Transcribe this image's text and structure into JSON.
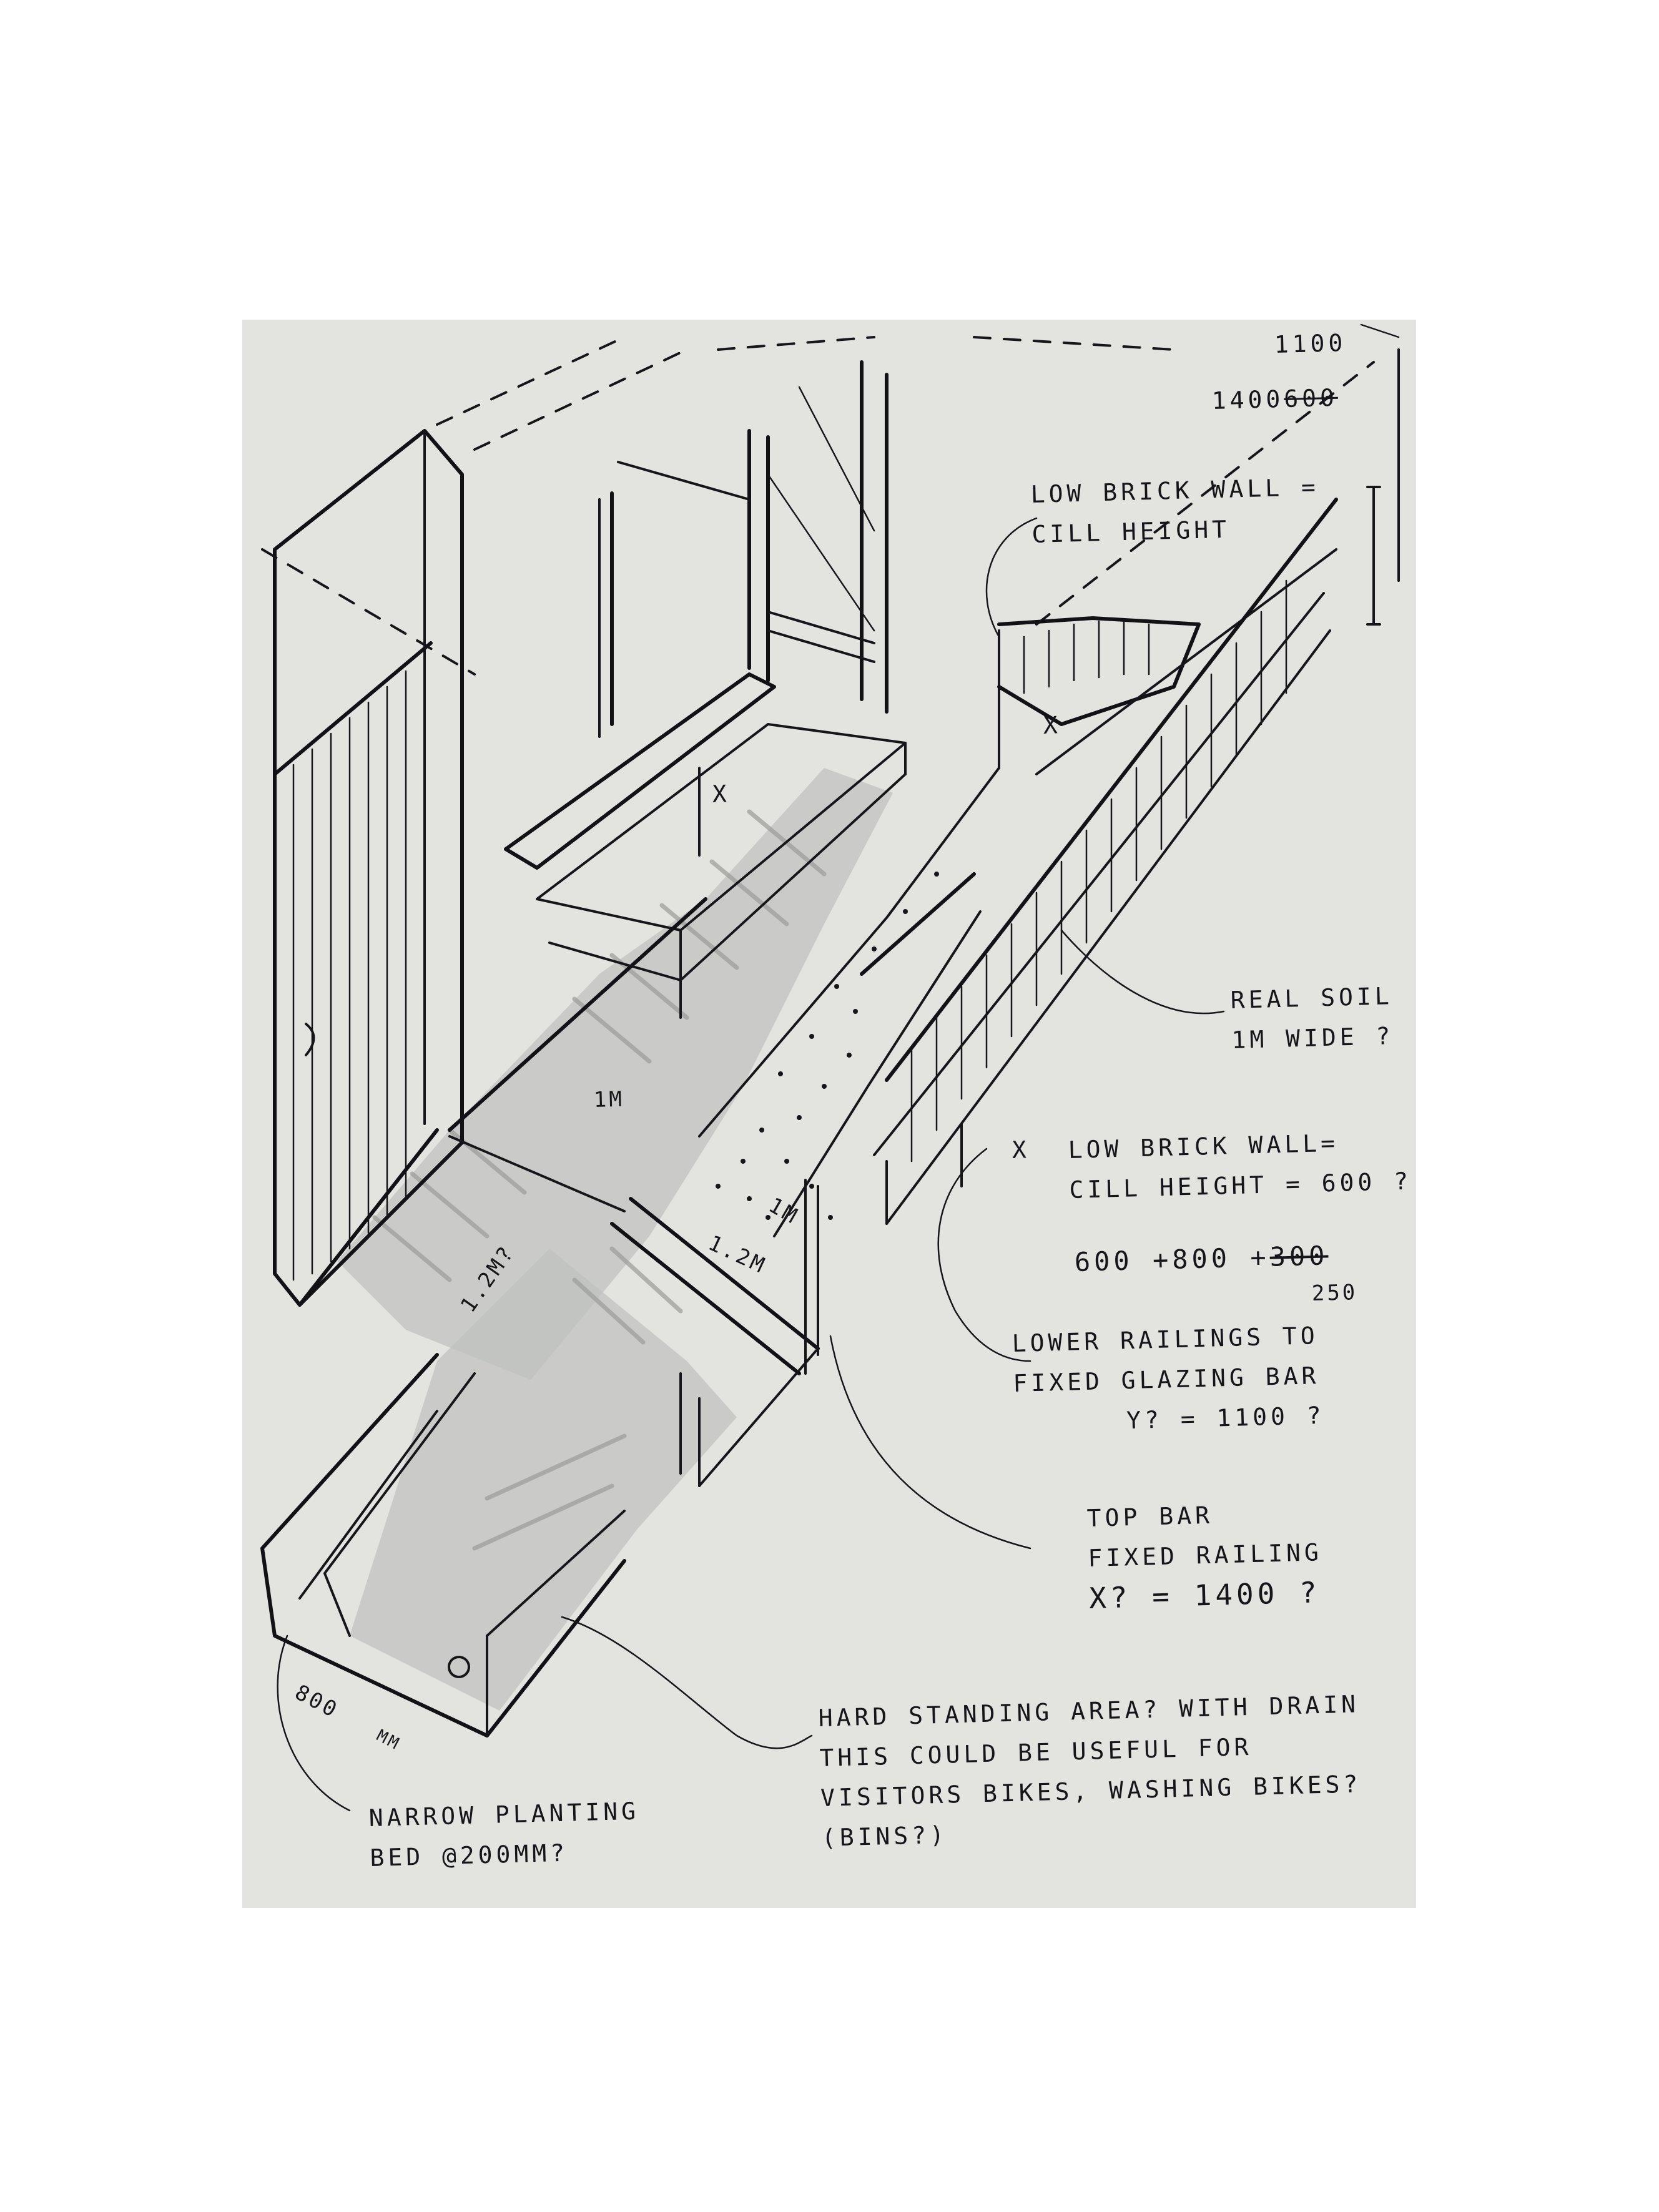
{
  "annotations": {
    "heights": {
      "top": "1100",
      "row_prefix": "1400",
      "row_struck": "600"
    },
    "low_wall_top": [
      "LOW BRICK WALL =",
      "CILL HEIGHT"
    ],
    "real_soil": [
      "REAL SOIL",
      "1m WIDE ?"
    ],
    "x_label": "x",
    "low_wall_x": [
      "LOW BRICK WALL=",
      "CILL HEIGHT = 600 ?"
    ],
    "sum": {
      "a": "600",
      "plus1": "+",
      "b": "800",
      "plus2": "+",
      "c_struck": "300",
      "c": "250"
    },
    "lower_railings": [
      "LOWER RAILINGS TO",
      "FIXED GLAZING BAR",
      "y? = 1100 ?"
    ],
    "top_bar": [
      "TOP BAR",
      "FIXED RAILING",
      "x? = 1400 ?"
    ],
    "hard_standing": [
      "HARD STANDING AREA? WITH DRAIN",
      "THIS COULD BE USEFUL FOR",
      "VISITORS BIKES, WASHING BIKES?",
      "(BINS?)"
    ],
    "narrow_planting": [
      "NARROW PLANTING",
      "BED @200mm?"
    ],
    "dims": {
      "x_window": "x",
      "x_wall": "x",
      "one_m": "1m",
      "one_m_soil": "1m",
      "one_two_m_a": "1.2m?",
      "one_two_m_b": "1.2m",
      "eight_hundred": "800",
      "mm": "mm"
    }
  },
  "colors": {
    "paper": "#e3e4e0",
    "ink": "#16161a",
    "pencil": "#9fa09d"
  }
}
